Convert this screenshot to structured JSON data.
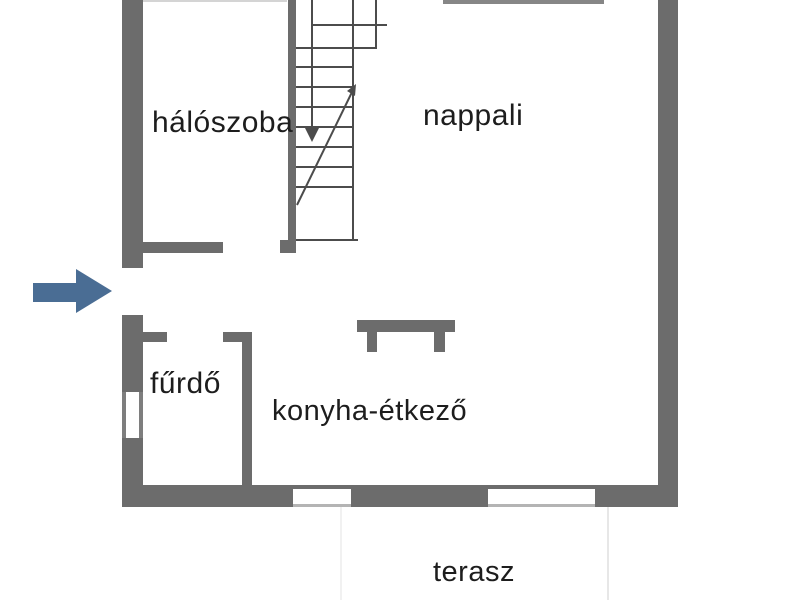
{
  "colors": {
    "wall": "#6c6c6c",
    "stair_line": "#4c4c4c",
    "entry_arrow": "#4a6d94",
    "label_text": "#1d1d1d",
    "window_sill": "#b4b4b4"
  },
  "rooms": {
    "bedroom": {
      "label": "hálószoba"
    },
    "living_room": {
      "label": "nappali"
    },
    "bathroom": {
      "label": "fűrdő"
    },
    "kitchen_dining": {
      "label": "konyha-étkező"
    },
    "terrace": {
      "label": "terasz"
    }
  }
}
